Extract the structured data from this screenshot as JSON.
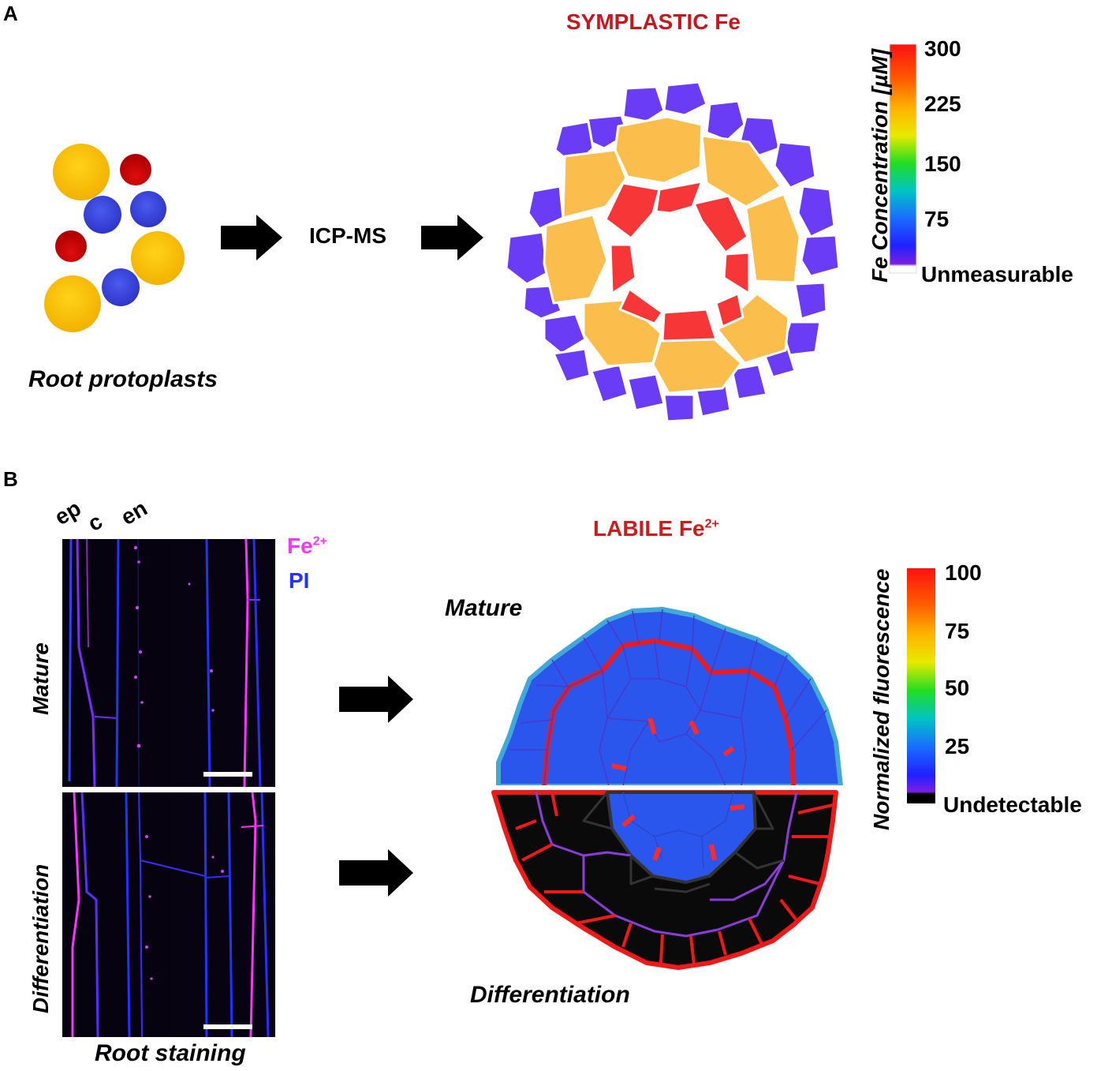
{
  "panelA": {
    "letter": "A",
    "protoplasts_label": "Root protoplasts",
    "method_label": "ICP-MS",
    "title": "SYMPLASTIC Fe",
    "colorbar": {
      "label": "Fe Concentration [µM]",
      "ticks": [
        "300",
        "225",
        "150",
        "75",
        "Unmeasurable"
      ]
    },
    "colors": {
      "epidermis": "#6a3cf5",
      "cortex": "#fbbd4b",
      "endodermis": "#f73737"
    }
  },
  "panelB": {
    "letter": "B",
    "layer_labels": [
      "ep",
      "c",
      "en"
    ],
    "legend": {
      "fe_label": "Fe",
      "fe_sup": "2+",
      "pi_label": "PI"
    },
    "row_labels": [
      "Mature",
      "Differentiation"
    ],
    "staining_label": "Root staining",
    "title": "LABILE Fe",
    "title_sup": "2+",
    "mature_label": "Mature",
    "differentiation_label": "Differentiation",
    "colorbar": {
      "label": "Normalized fluorescence",
      "ticks": [
        "100",
        "75",
        "50",
        "25",
        "Undetectable"
      ]
    },
    "colors": {
      "fe": "#ff33ff",
      "pi": "#2233ff",
      "cells_blue": "#2b56ee",
      "cells_black": "#0a0a0a"
    }
  }
}
